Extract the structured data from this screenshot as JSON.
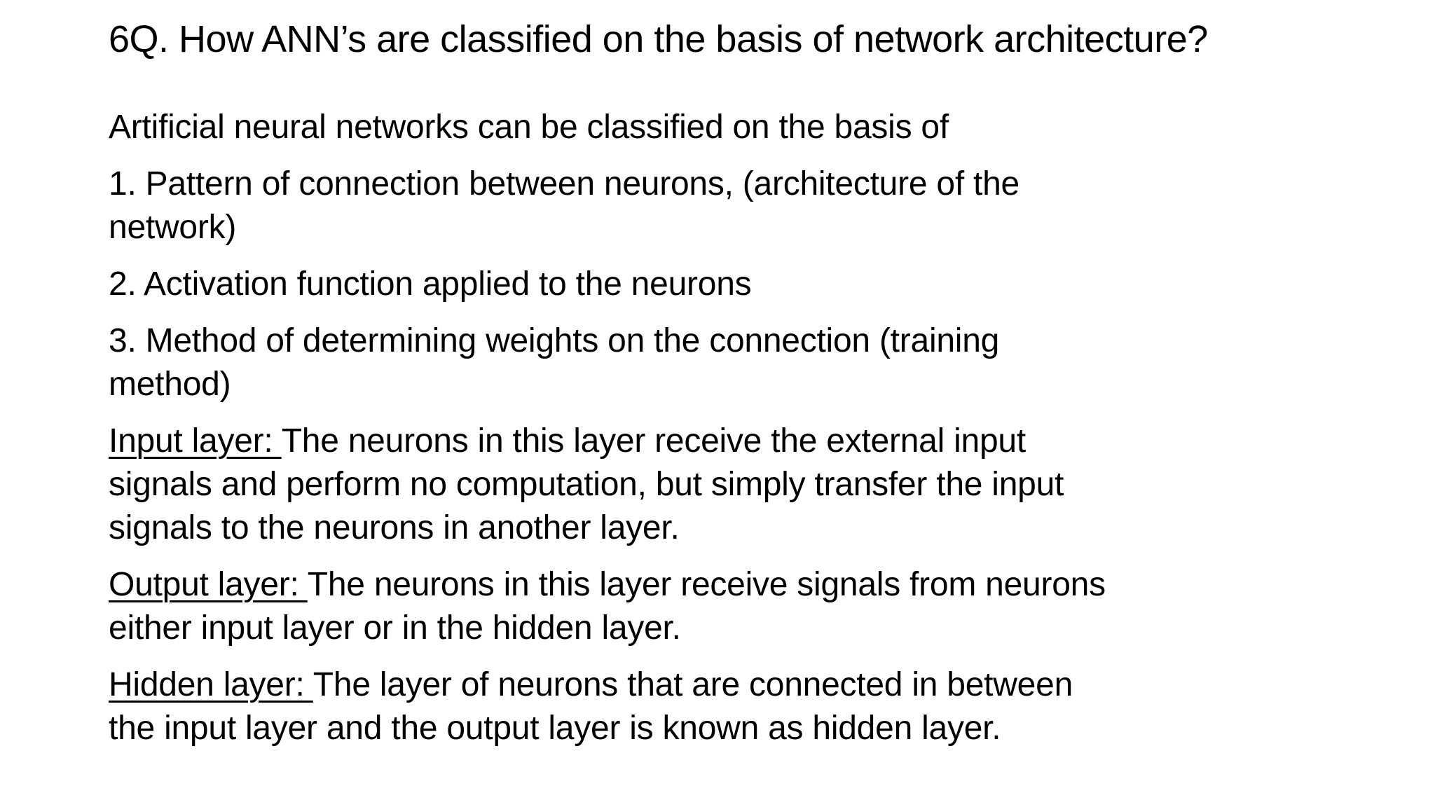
{
  "slide": {
    "title": "6Q. How ANN’s are classified on the basis of network architecture?",
    "paragraphs": [
      {
        "lead": "",
        "text": "Artificial neural networks can be classified on the basis of"
      },
      {
        "lead": "",
        "text": "1. Pattern of connection between neurons, (architecture of the\nnetwork)"
      },
      {
        "lead": "",
        "text": "2. Activation function applied to the neurons"
      },
      {
        "lead": "",
        "text": "3. Method of determining weights on the connection (training\nmethod)"
      },
      {
        "lead": "Input layer: ",
        "text": "The neurons in this layer receive the external input\nsignals and perform no computation, but simply transfer the input\nsignals to the neurons in another layer."
      },
      {
        "lead": "Output layer: ",
        "text": "The neurons in this layer receive signals from neurons\neither input layer or in the hidden layer."
      },
      {
        "lead": "Hidden layer: ",
        "text": "The layer of neurons that are connected in between\nthe input layer and the output layer is known as hidden layer."
      }
    ]
  }
}
